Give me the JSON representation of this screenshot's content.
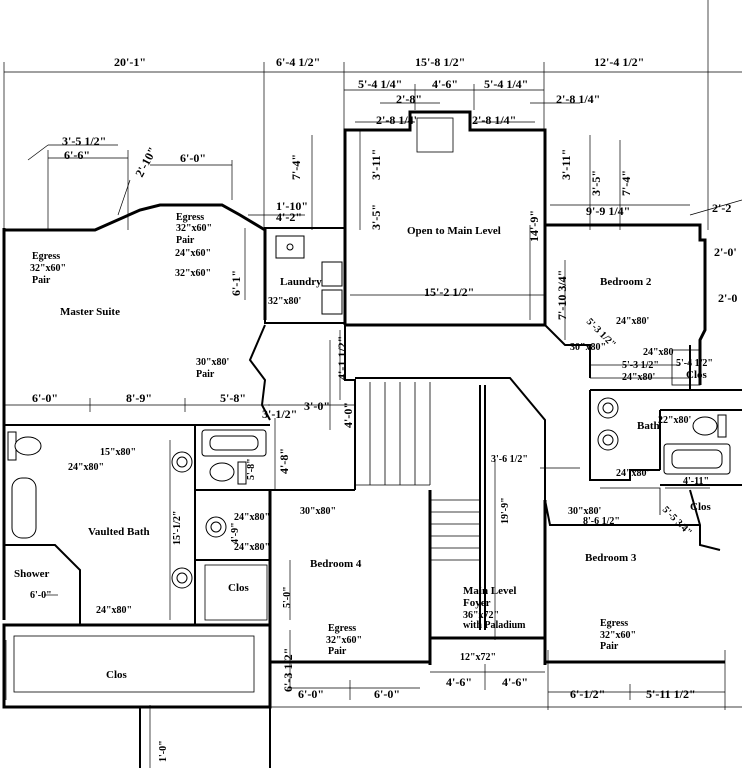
{
  "rooms": {
    "master_suite": "Master Suite",
    "egress_left_a": "Egress",
    "egress_left_b": "32\"x60\"",
    "egress_left_c": "Pair",
    "egress_bay_a": "Egress",
    "egress_bay_b": "32\"x60\"",
    "egress_bay_c": "Pair",
    "laundry": "Laundry",
    "open_to_main": "Open to Main Level",
    "bedroom2": "Bedroom 2",
    "bedroom3": "Bedroom 3",
    "bedroom4": "Bedroom 4",
    "vaulted_bath": "Vaulted Bath",
    "shower": "Shower",
    "clos_big": "Clos",
    "clos_bed4": "Clos",
    "clos_bed2": "Clos",
    "clos_bed3": "Clos",
    "bath": "Bath",
    "foyer_a": "Main Level",
    "foyer_b": "Foyer",
    "foyer_c": "36\"x72\"",
    "foyer_d": "with Paladium",
    "egress_b3_a": "Egress",
    "egress_b3_b": "32\"x60\"",
    "egress_b3_c": "Pair",
    "egress_b4_a": "Egress",
    "egress_b4_b": "32\"x60\"",
    "egress_b4_c": "Pair",
    "pair_master_a": "30\"x80'",
    "pair_master_b": "Pair"
  },
  "dims": {
    "top_1": "20'-1\"",
    "top_2": "6'-4 1/2\"",
    "top_3": "15'-8 1/2\"",
    "top_4": "12'-4 1/2\"",
    "sub_1": "5'-4 1/4\"",
    "sub_2": "4'-6\"",
    "sub_3": "5'-4 1/4\"",
    "d_2_8a": "2'-8\"",
    "d_2_8_14r": "2'-8 1/4\"",
    "d_2_8_14a": "2'-8 1/4'",
    "d_2_8_14b": "2'-8 1/4\"",
    "d_3_5_12": "3'-5 1/2\"",
    "d_6_6": "6'-6\"",
    "d_2_10": "2'-10\"",
    "d_6_0top": "6'-0\"",
    "d_7_4l": "7'-4\"",
    "d_3_11l": "3'-11\"",
    "d_3_5l": "3'-5\"",
    "d_3_11r": "3'-11\"",
    "d_3_5r": "3'-5\"",
    "d_7_4r": "7'-4\"",
    "d_9_9_14": "9'-9 1/4\"",
    "d_2_2": "2'-2",
    "d_2_0": "2'-0'",
    "d_2_0b": "2'-0",
    "d_1_10": "1'-10\"",
    "d_4_2": "4'-2\"",
    "d_14_9": "14'-9\"",
    "d_15_2_12": "15'-2 1/2\"",
    "d_6_1": "6'-1\"",
    "d_7_10_34": "7'-10 3/4\"",
    "d_24x60a": "24\"x60\"",
    "d_32x60": "32\"x60\"",
    "d_32x80": "32\"x80'",
    "d_24x80_b2": "24\"x80'",
    "d_5_3_12": "5'-3 1/2\"",
    "d_30x80_b2": "30\"x80\"",
    "d_24x80_b": "24\"x80",
    "d_5_3_12b": "5'-3 1/2\"",
    "d_24x80_c": "24\"x80'",
    "d_5_4_12": "5'-4 1/2\"",
    "d_6_0a": "6'-0\"",
    "d_8_9": "8'-9\"",
    "d_5_8": "5'-8\"",
    "d_3_12": "3'-1/2\"",
    "d_3_0": "3'-0\"",
    "d_4_1_12": "4'-1 1/2\"",
    "d_4_0": "4'-0\"",
    "d_15x80": "15\"x80\"",
    "d_24x80_vb": "24\"x80\"",
    "d_4_8": "4'-8\"",
    "d_5_8b": "5'-8\"",
    "d_24x80_h1": "24\"x80\"",
    "d_24x80_h2": "24\"x80\"",
    "d_30x80_b4": "30\"x80\"",
    "d_15_1_12": "15'-1/2\"",
    "d_4_9": "4'-9\"",
    "d_5_0": "5'-0\"",
    "d_6_0sh": "6'-0\"",
    "d_24x80_sh": "24\"x80\"",
    "d_3_6_12": "3'-6 1/2\"",
    "d_19_9": "19'-9\"",
    "d_22x80": "22\"x80'",
    "d_24x80_bath": "24\"x80'",
    "d_4_11": "4'-11\"",
    "d_30x80_b3": "30\"x80'",
    "d_8_6_12": "8'-6 1/2\"",
    "d_5_5_34": "5'-5 3/4\"",
    "d_12x72": "12\"x72\"",
    "d_4_6a": "4'-6\"",
    "d_4_6b": "4'-6\"",
    "d_6_12": "6'-1/2\"",
    "d_5_11_12": "5'-11 1/2\"",
    "d_6_3_12": "6'-3 1/2\"",
    "d_6_0b4a": "6'-0\"",
    "d_6_0b4b": "6'-0\"",
    "d_1_0": "1'-0\""
  }
}
